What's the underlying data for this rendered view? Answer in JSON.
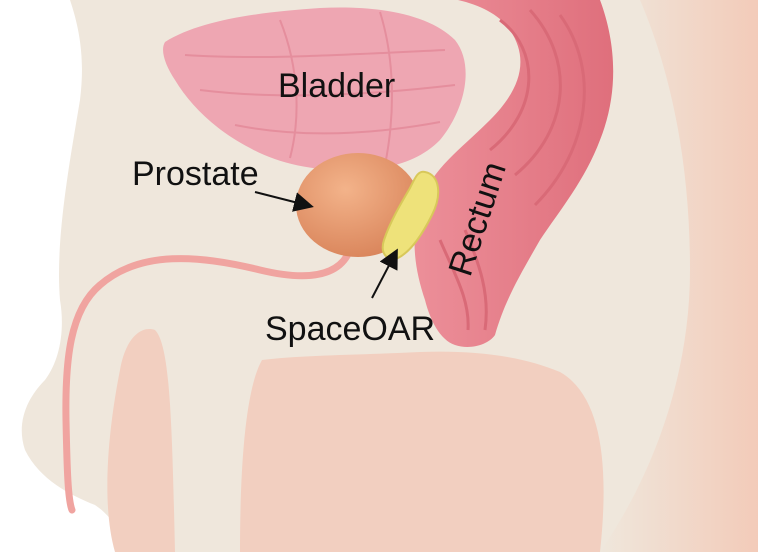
{
  "labels": {
    "bladder": "Bladder",
    "prostate": "Prostate",
    "rectum": "Rectum",
    "spacer": "SpaceOAR"
  },
  "colors": {
    "background": "#ffffff",
    "body": "#efe7dc",
    "skin_edge": "#f4cdbd",
    "bladder": "#eea6b2",
    "bladder_stripe": "#e58e9d",
    "prostate": "#e89c70",
    "rectum": "#e8808b",
    "rectum_fold": "#d96a77",
    "urethra": "#f0a4a0",
    "spacer": "#eee27a",
    "arrow": "#111111"
  }
}
